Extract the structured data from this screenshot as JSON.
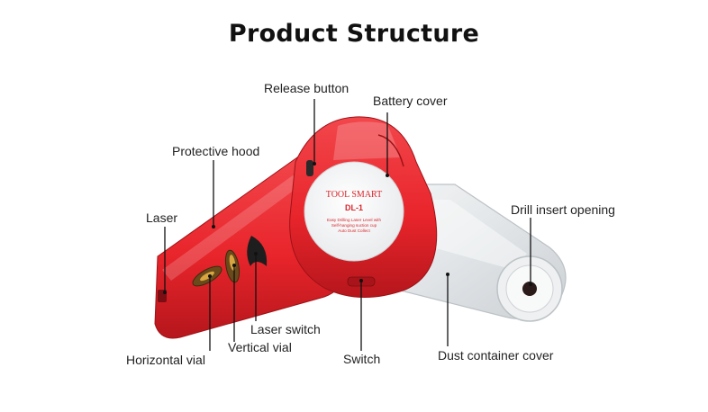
{
  "title": "Product Structure",
  "device": {
    "brand": "TOOL SMART",
    "model": "DL-1",
    "tagline_lines": [
      "Easy Drilling Laser Level with",
      "Self-hanging suction cup",
      "Auto Dust Collect"
    ]
  },
  "labels": {
    "release_button": "Release button",
    "battery_cover": "Battery cover",
    "protective_hood": "Protective hood",
    "laser": "Laser",
    "drill_insert_opening": "Drill insert opening",
    "laser_switch": "Laser switch",
    "vertical_vial": "Vertical vial",
    "horizontal_vial": "Horizontal vial",
    "switch": "Switch",
    "dust_container_cover": "Dust container cover"
  },
  "colors": {
    "body_red": "#e8252b",
    "body_dark_red": "#b5161c",
    "clear_plastic": "#dfe3e6"
  }
}
